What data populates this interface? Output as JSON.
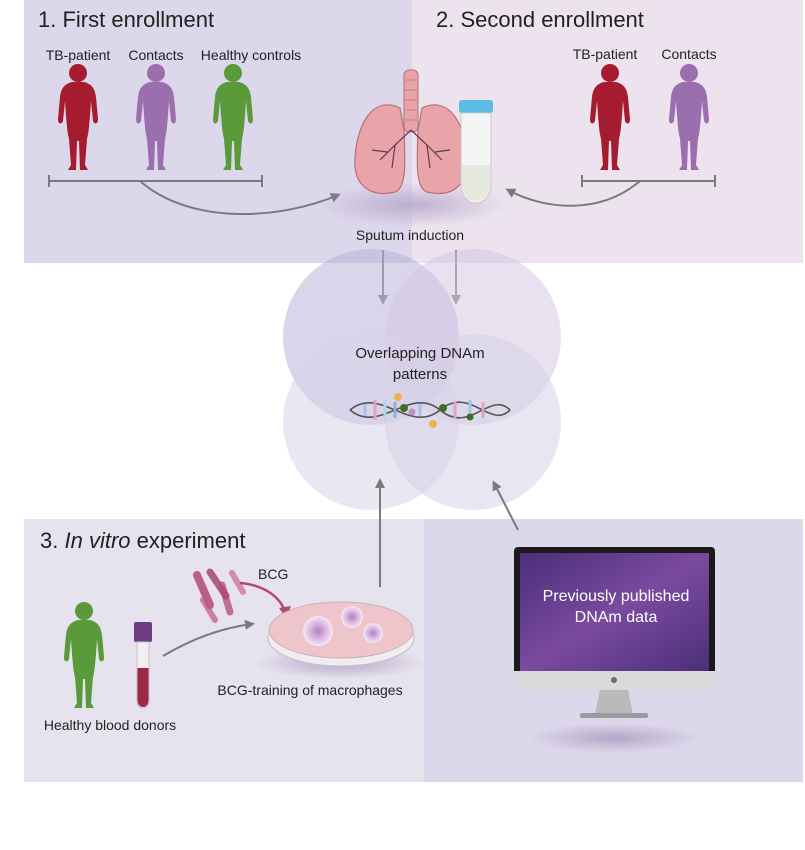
{
  "panel1": {
    "title": "1. First enrollment",
    "groups": [
      "TB-patient",
      "Contacts",
      "Healthy controls"
    ]
  },
  "panel2": {
    "title": "2. Second enrollment",
    "groups": [
      "TB-patient",
      "Contacts"
    ]
  },
  "sputum_label": "Sputum induction",
  "venn": {
    "line1": "Overlapping DNAm",
    "line2": "patterns"
  },
  "panel3": {
    "title_prefix": "3.",
    "title_italic": "In vitro",
    "title_suffix": "experiment",
    "bcg_label": "BCG",
    "training_label": "BCG-training of macrophages",
    "donors_label": "Healthy blood donors"
  },
  "monitor": {
    "line1": "Previously published",
    "line2": "DNAm data"
  },
  "colors": {
    "tb_patient": "#a51c30",
    "contacts": "#9b6fae",
    "healthy": "#5a9a3b",
    "panel1_bg": "#dcd7ea",
    "panel2_bg": "#ece3ef",
    "panel3_bg": "#e6e2ee",
    "monitor_screen": "#6b3f93"
  }
}
